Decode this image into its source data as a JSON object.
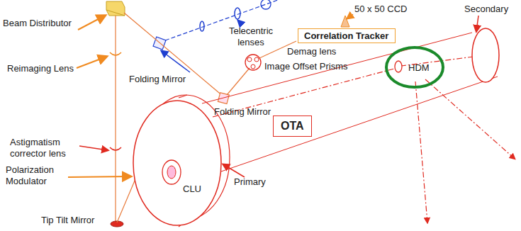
{
  "diagram": {
    "nodes": [
      {
        "text": [
          "Correlation Tracker"
        ]
      },
      {
        "text": [
          "OTA"
        ]
      }
    ],
    "labels": [
      "Beam Distributor",
      "Reimaging Lens",
      "Folding Mirror",
      "Telecentric lenses",
      "50 x 50 CCD",
      "Secondary",
      "Demag lens",
      "Image Offset Prisms",
      "HDM",
      "Folding Mirror",
      "Astigmatism corrector lens",
      "Polarization Modulator",
      "CLU",
      "Primary",
      "Tip Tilt Mirror"
    ]
  }
}
